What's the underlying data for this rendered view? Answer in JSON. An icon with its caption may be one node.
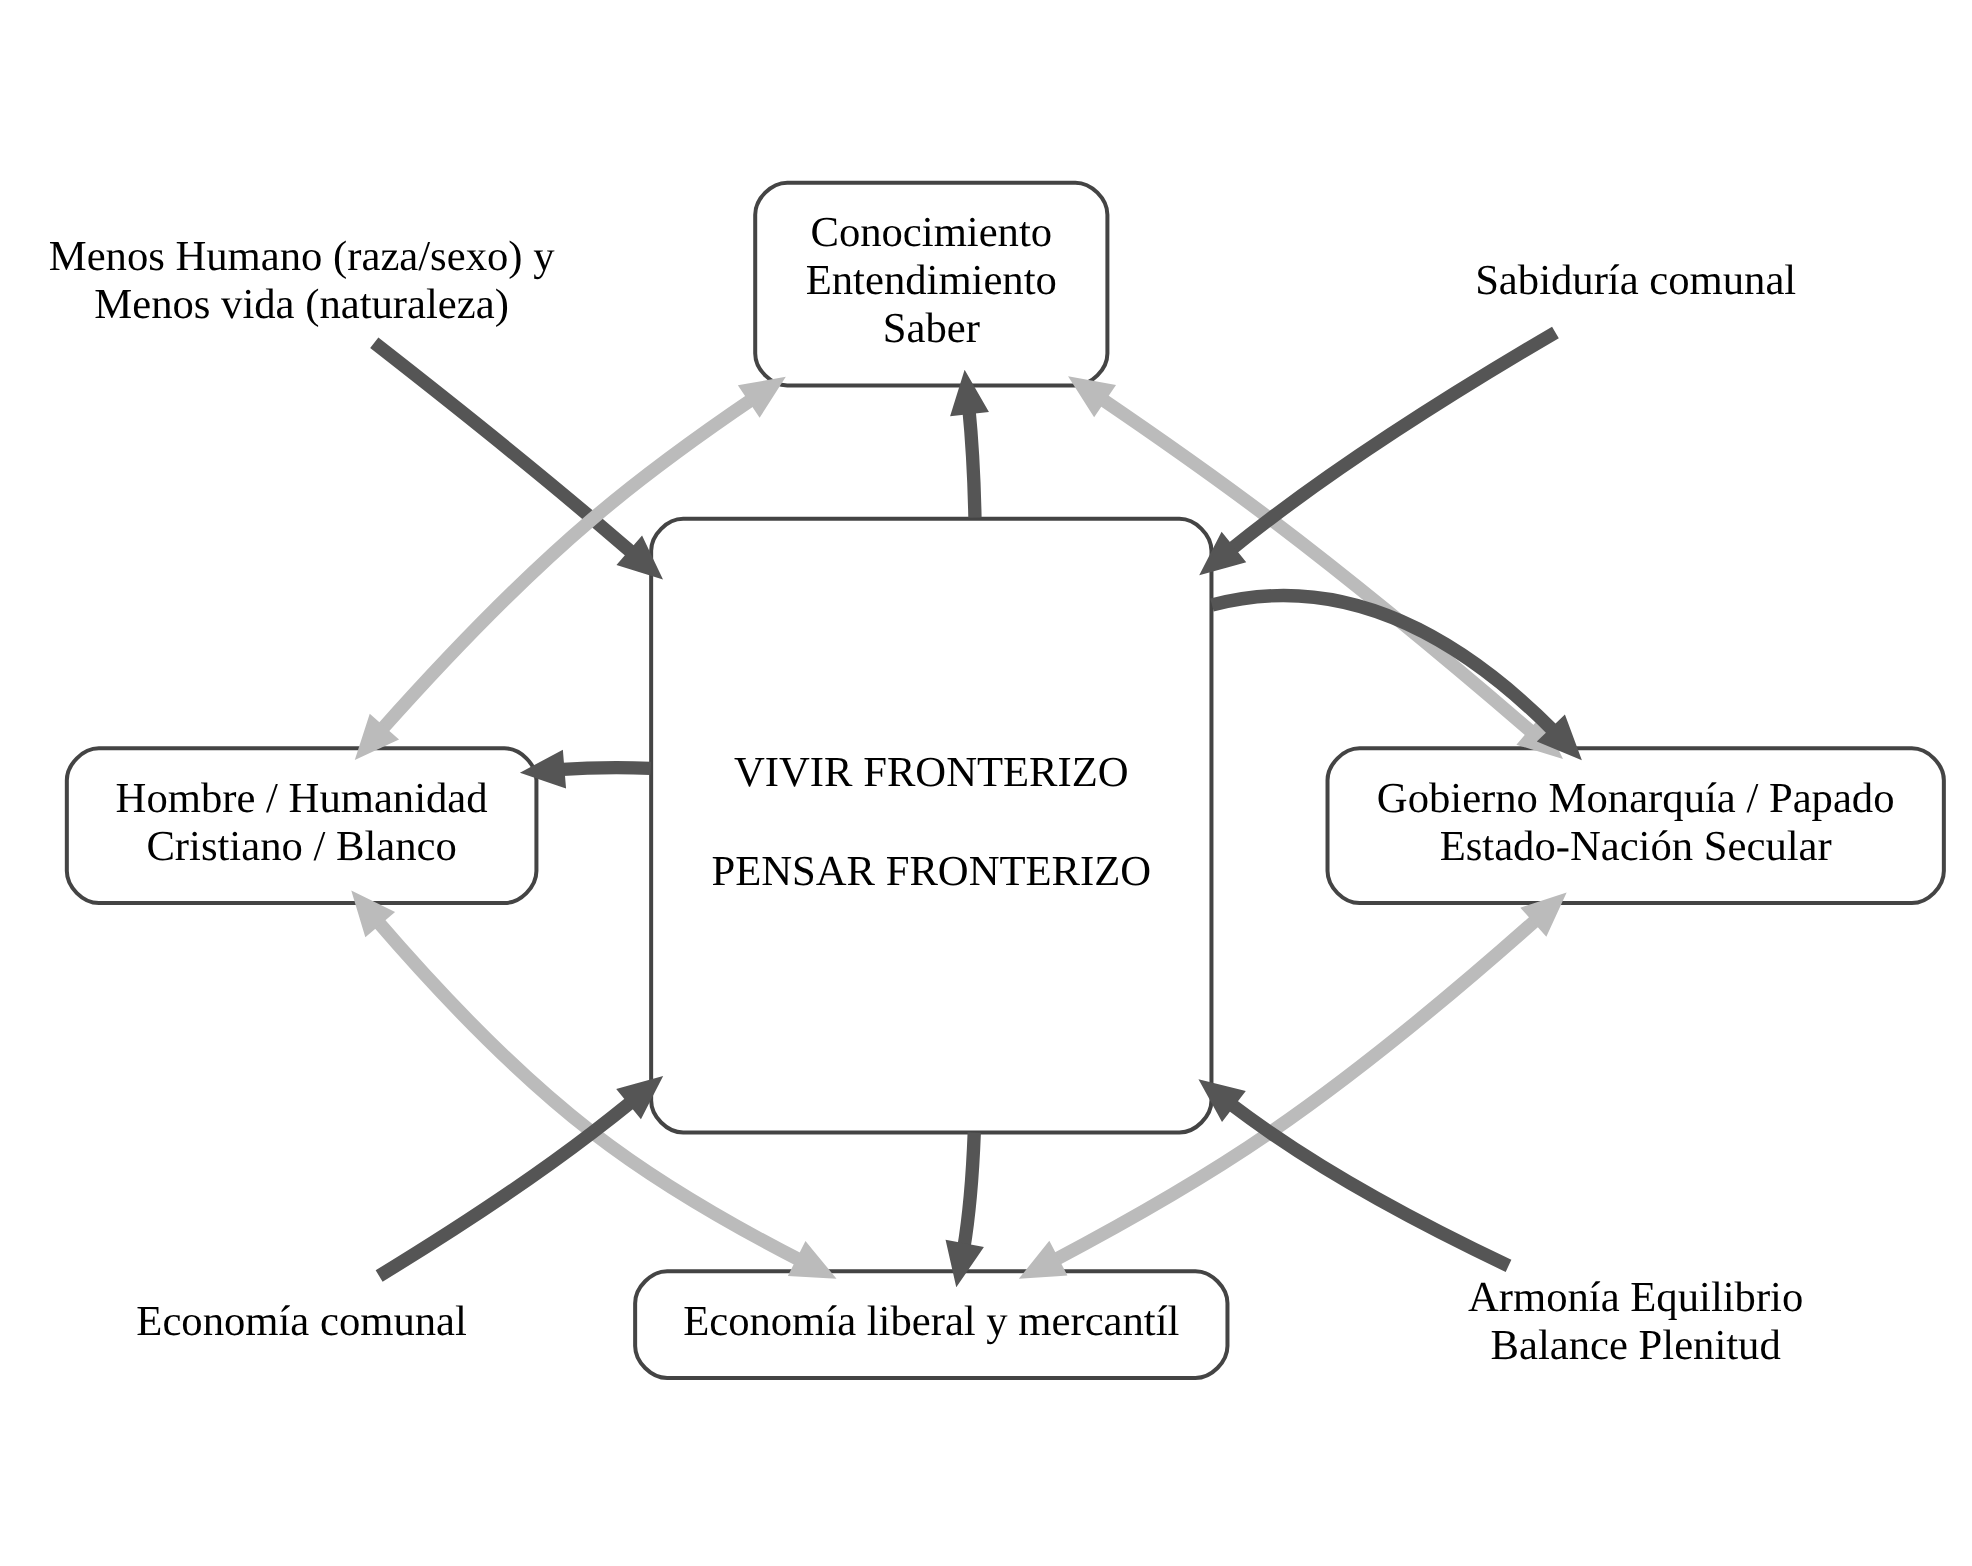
{
  "diagram": {
    "nodes": [
      {
        "text": [
          "Menos Humano (raza/sexo) y Menos vida (naturaleza)"
        ]
      },
      {
        "text": [
          "Conocimiento",
          "Entendimiento",
          "Saber"
        ]
      },
      {
        "text": [
          "Sabiduría comunal"
        ]
      },
      {
        "text": [
          "VIVIR FRONTERIZO",
          "PENSAR FRONTERIZO"
        ]
      },
      {
        "text": [
          "Hombre / Humanidad",
          "Cristiano / Blanco"
        ]
      },
      {
        "text": [
          "Gobierno Monarquía / Papado",
          "Estado-Nación Secular"
        ]
      },
      {
        "text": [
          "Economía comunal"
        ]
      },
      {
        "text": [
          "Economía liberal y mercantíl"
        ]
      },
      {
        "text": [
          "Armonía Equilibrio Balance Plenitud"
        ]
      }
    ],
    "edges": [
      {
        "from": 3,
        "to": 1,
        "arrow": "to"
      },
      {
        "from": 3,
        "to": 4,
        "arrow": "to"
      },
      {
        "from": 3,
        "to": 5,
        "arrow": "to"
      },
      {
        "from": 3,
        "to": 7,
        "arrow": "to"
      },
      {
        "from": 0,
        "to": 3,
        "arrow": "to"
      },
      {
        "from": 2,
        "to": 3,
        "arrow": "to"
      },
      {
        "from": 6,
        "to": 3,
        "arrow": "to"
      },
      {
        "from": 8,
        "to": 3,
        "arrow": "to"
      },
      {
        "from": 1,
        "to": 4,
        "arrow": "both",
        "color": "#bbbbbb"
      },
      {
        "from": 1,
        "to": 5,
        "arrow": "both",
        "color": "#bbbbbb"
      },
      {
        "from": 4,
        "to": 7,
        "arrow": "both",
        "color": "#bbbbbb"
      },
      {
        "from": 5,
        "to": 7,
        "arrow": "both",
        "color": "#bbbbbb"
      }
    ]
  }
}
